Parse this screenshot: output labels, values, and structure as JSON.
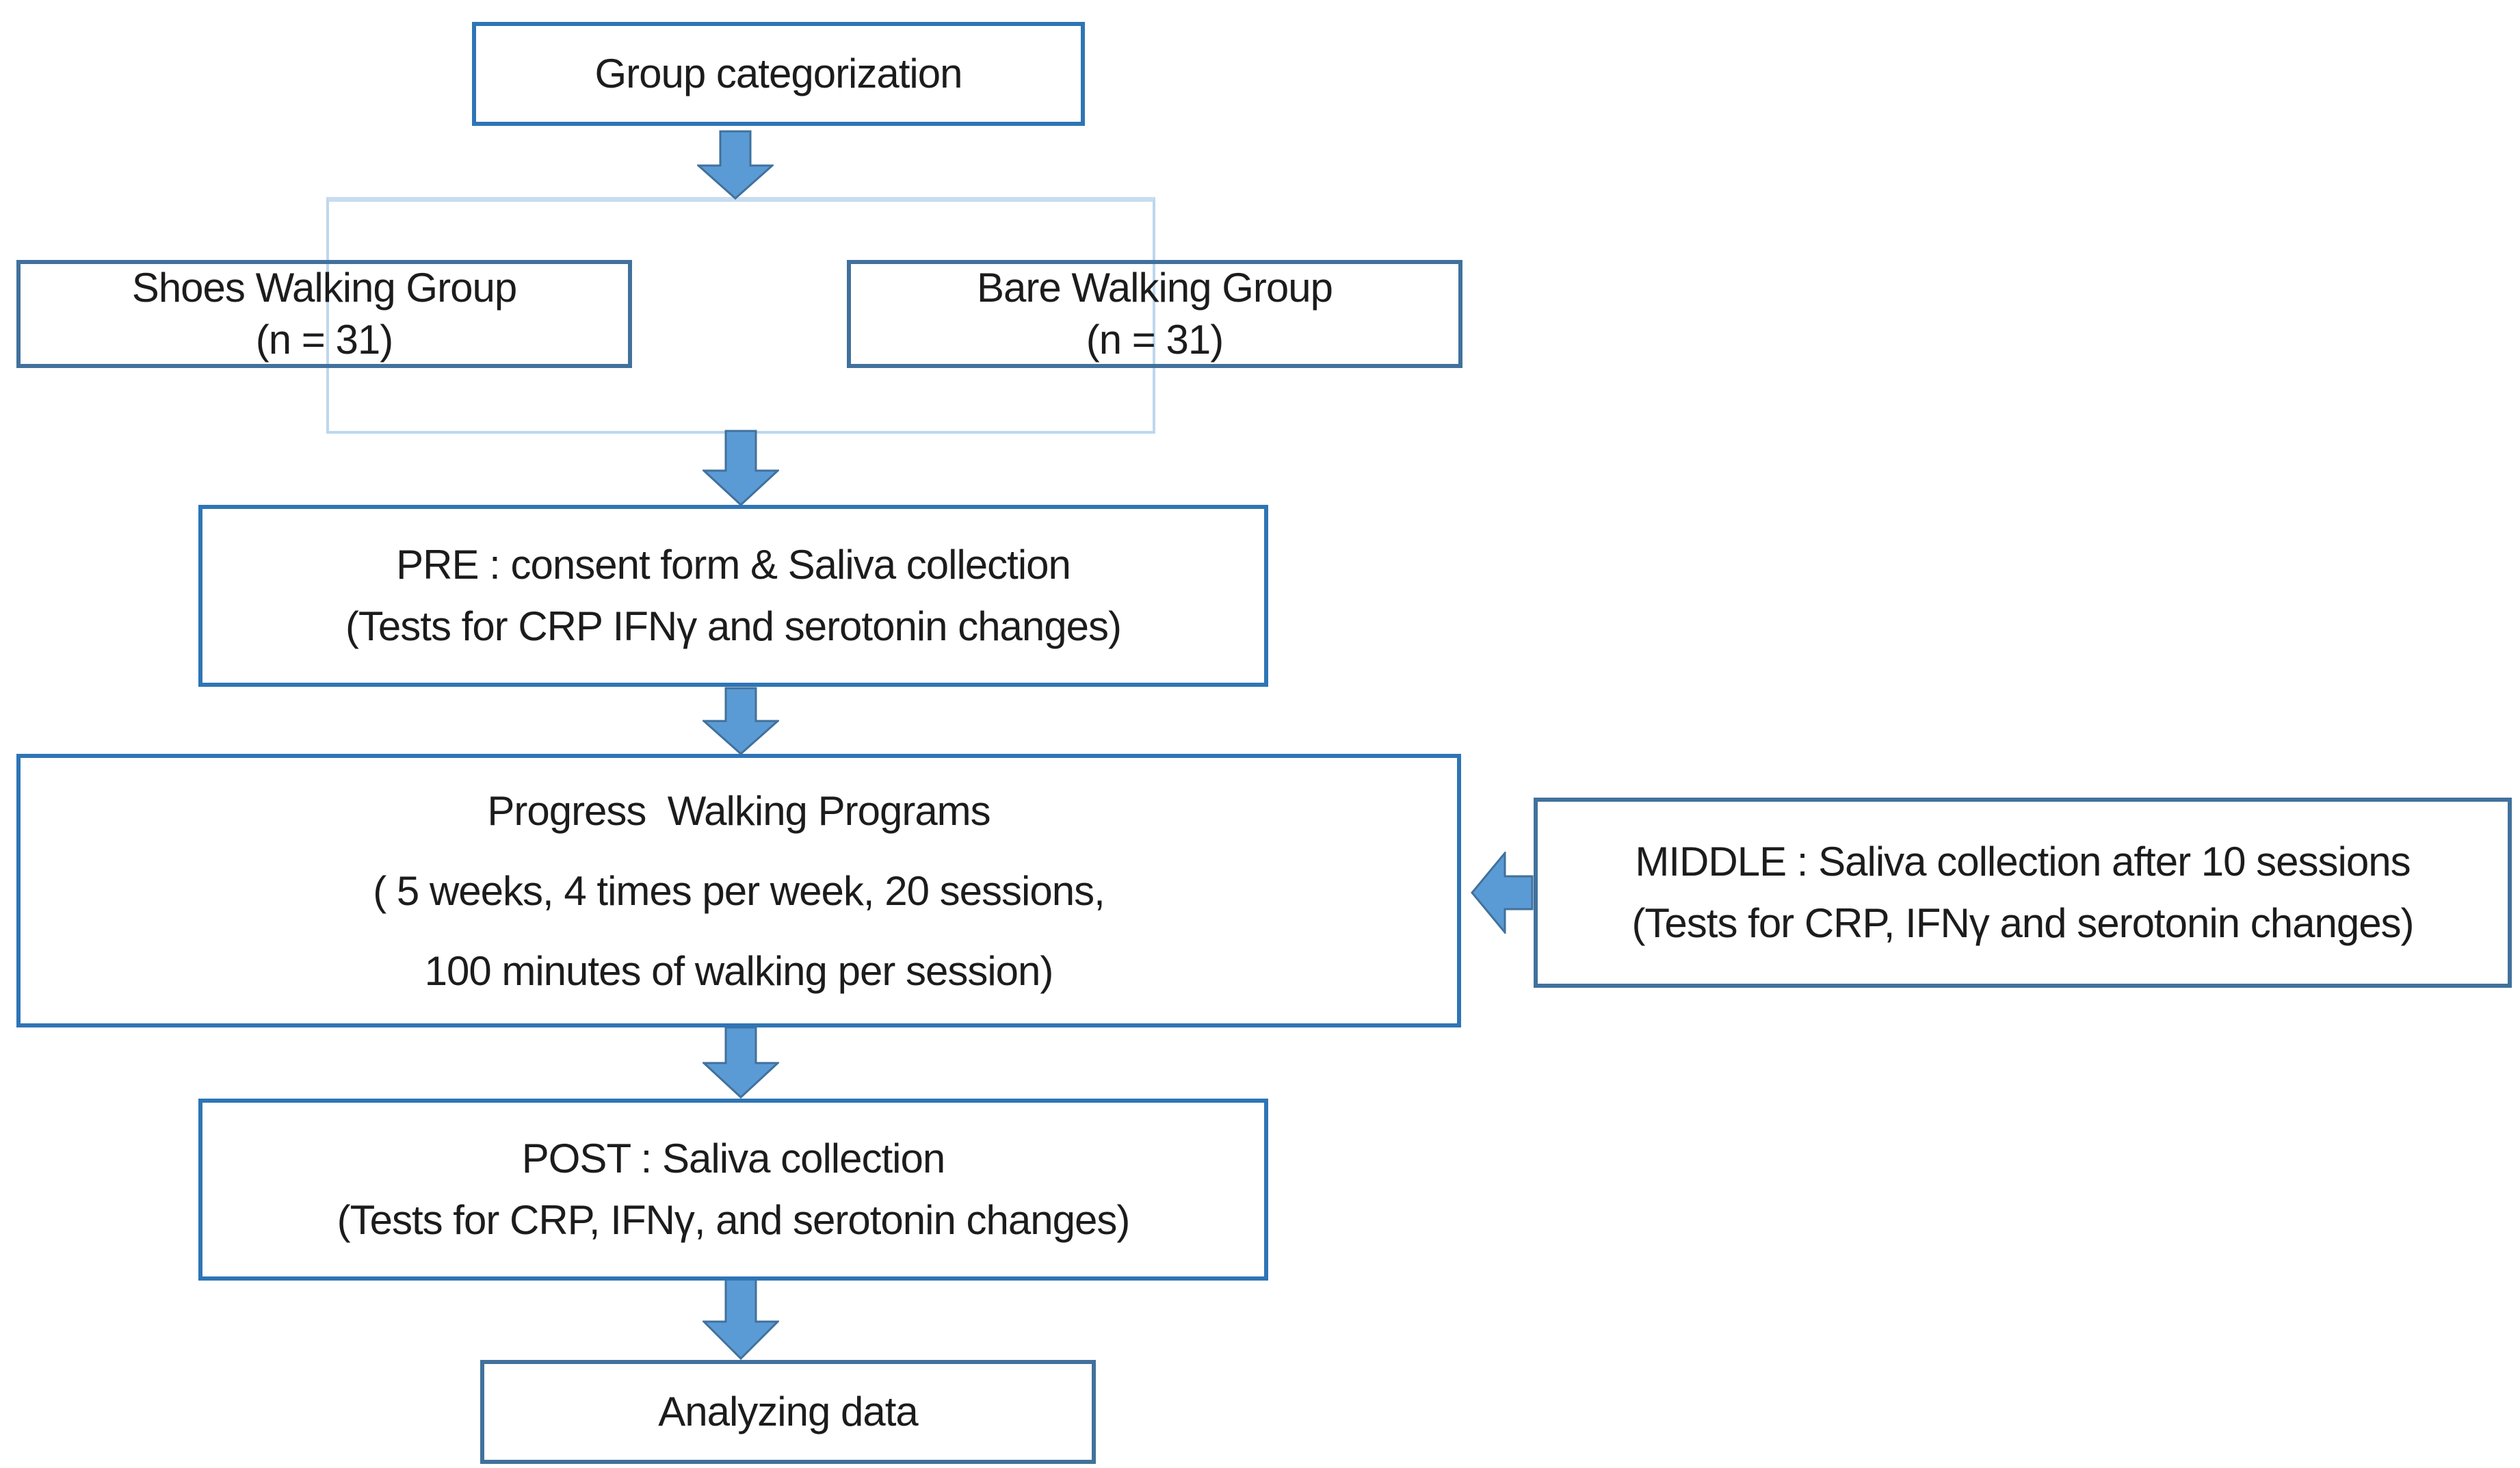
{
  "nodes": {
    "group_categorization": {
      "label": "Group categorization"
    },
    "shoes_group": {
      "line1": "Shoes Walking Group",
      "line2": "(n = 31)"
    },
    "bare_group": {
      "line1": "Bare Walking Group",
      "line2": "(n = 31)"
    },
    "pre": {
      "line1": "PRE : consent form & Saliva collection",
      "line2": "(Tests for CRP IFNγ and serotonin changes)"
    },
    "progress": {
      "line1": "Progress  Walking Programs",
      "line2": "( 5 weeks, 4 times per week, 20 sessions,",
      "line3": "100 minutes of walking per session)"
    },
    "middle": {
      "line1": "MIDDLE : Saliva collection after 10 sessions",
      "line2": "(Tests for CRP, IFNγ and serotonin changes)"
    },
    "post": {
      "line1": "POST : Saliva collection",
      "line2": "(Tests for CRP, IFNγ, and serotonin changes)"
    },
    "analyzing": {
      "label": "Analyzing data"
    }
  },
  "colors": {
    "box_border": "#2E75B6",
    "group_box_border": "#41719C",
    "branch_connector": "#BDD7EE",
    "arrow_fill": "#5B9BD5",
    "arrow_stroke": "#41719C",
    "text": "#1C1C1C",
    "background": "#FFFFFF"
  }
}
